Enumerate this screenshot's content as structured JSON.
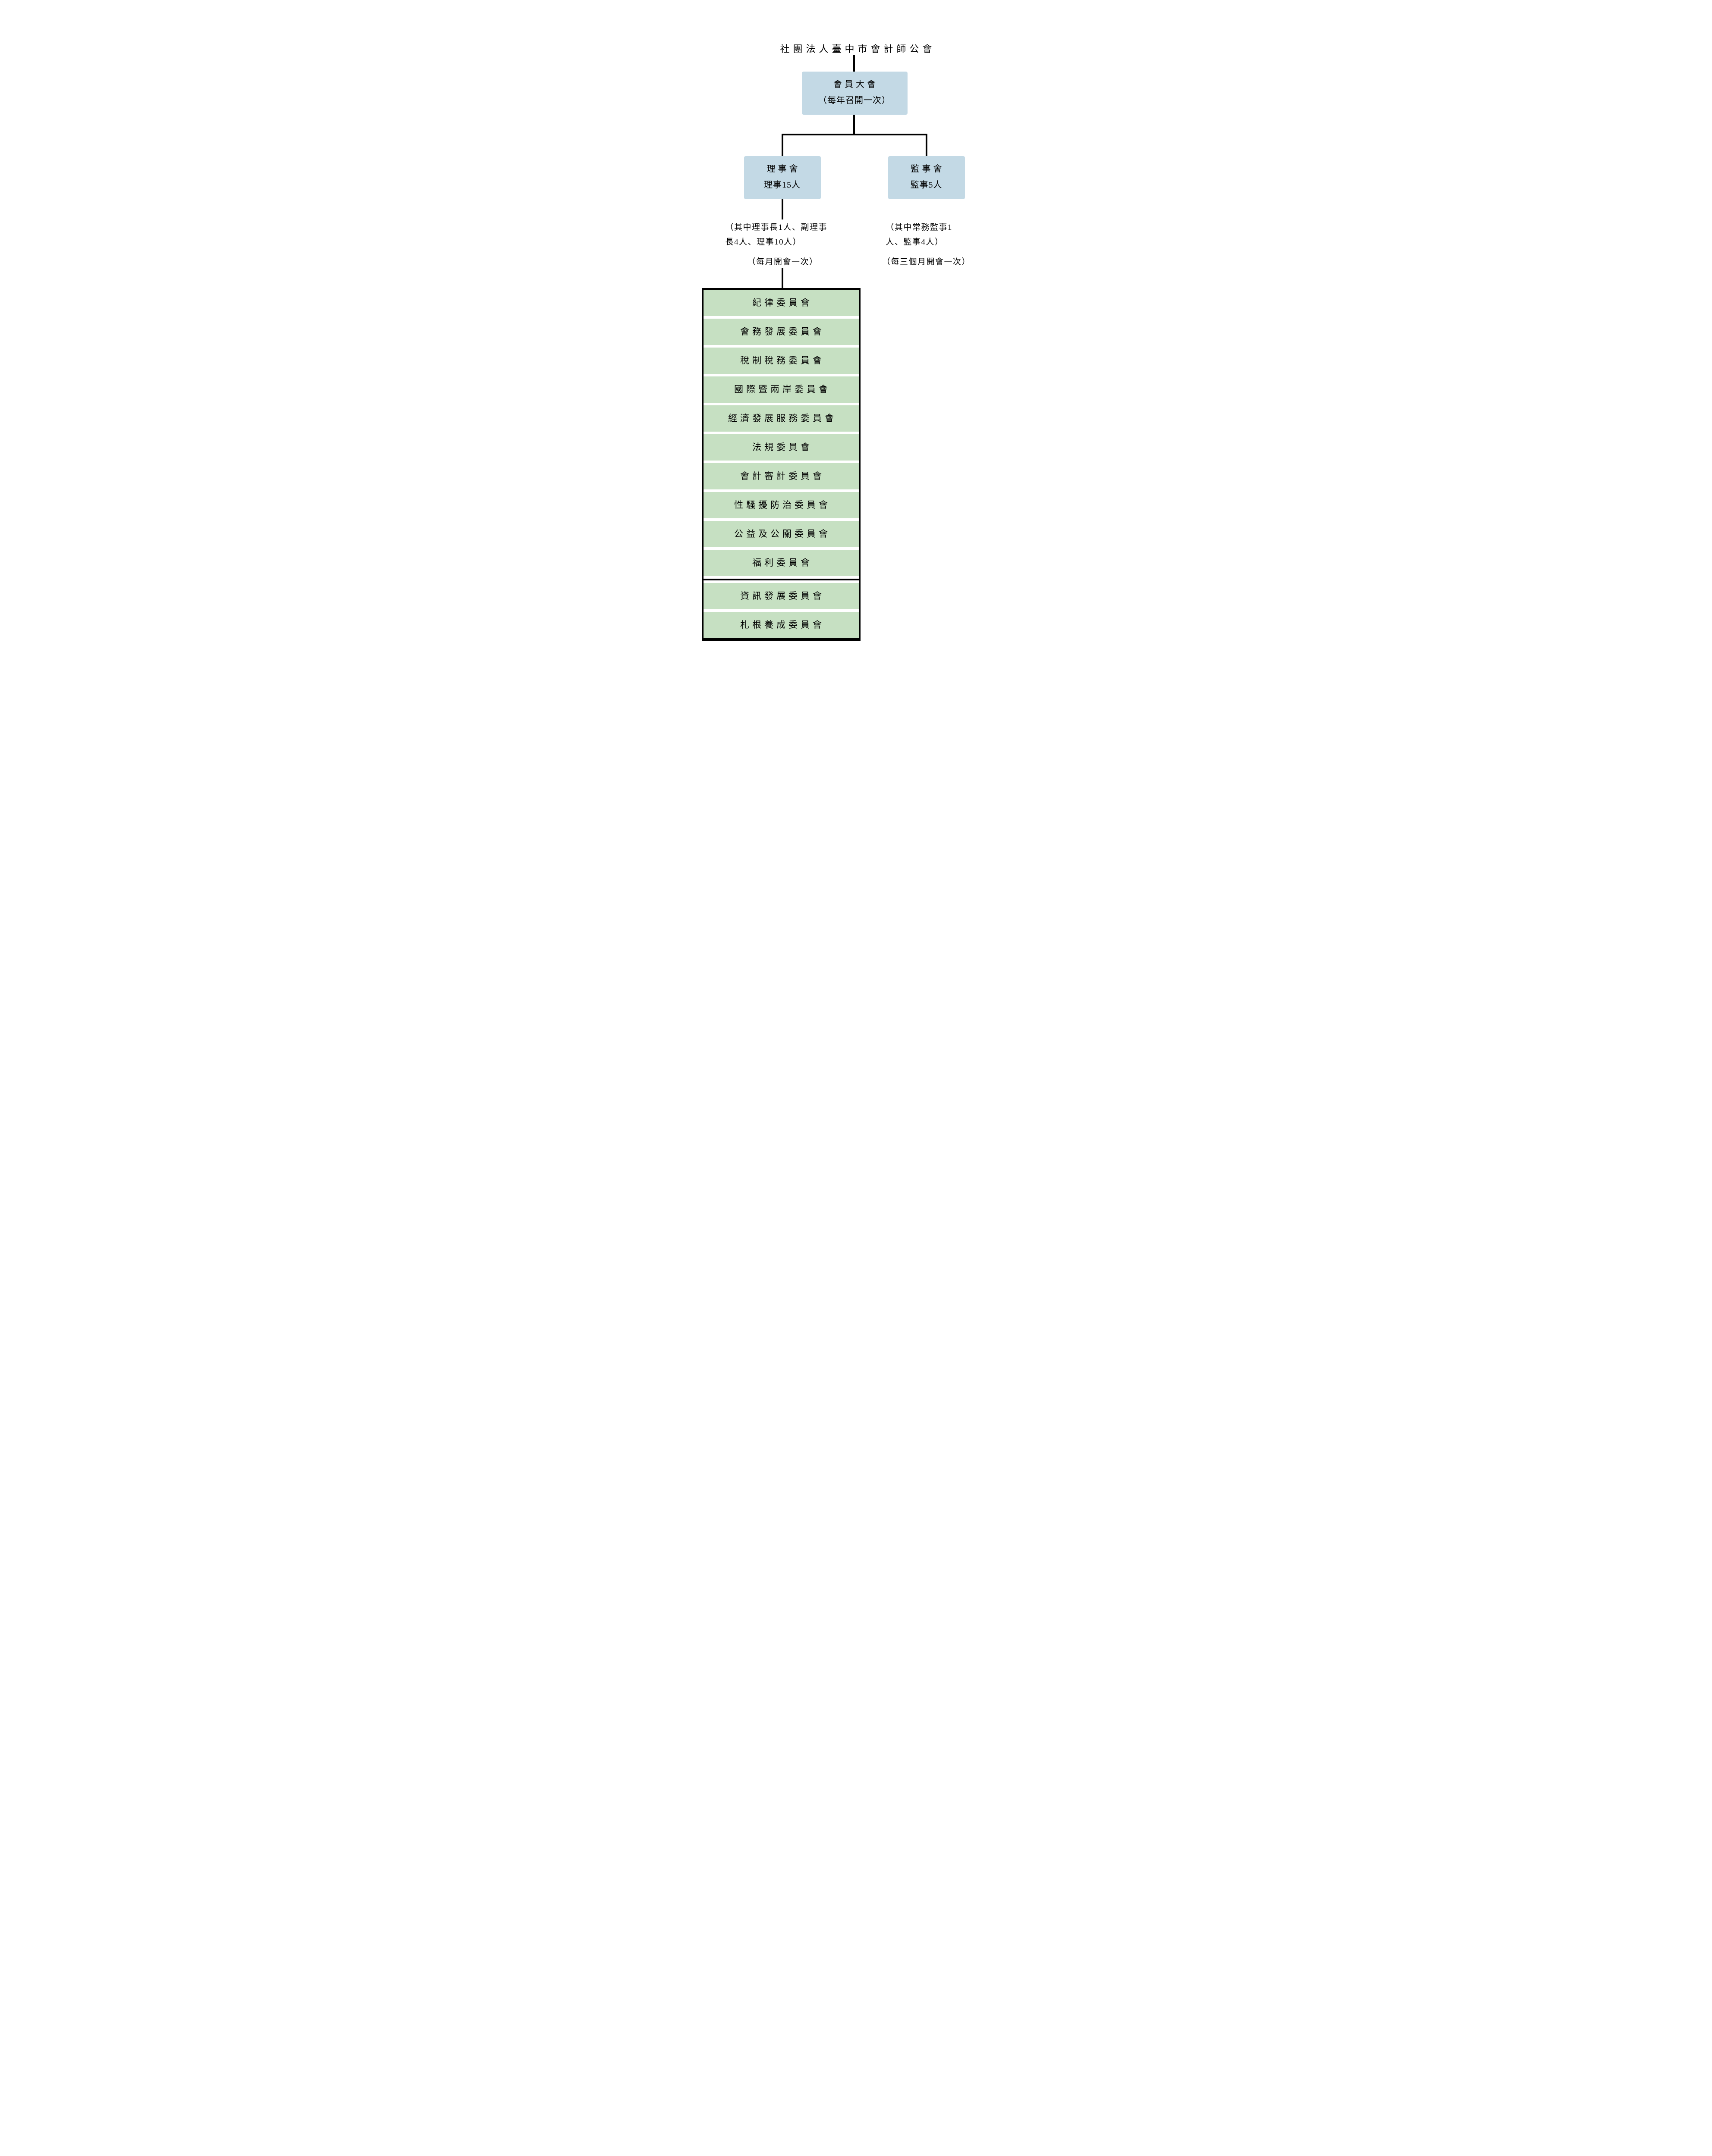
{
  "title": "社團法人臺中市會計師公會",
  "colors": {
    "box_blue": "#c3d9e5",
    "box_green": "#c6e0c2",
    "line_black": "#000000"
  },
  "nodes": {
    "general_assembly": {
      "name": "會員大會",
      "frequency": "（每年召開一次）"
    },
    "board_of_directors": {
      "name": "理事會",
      "headcount": "理事15人",
      "note_line1": "（其中理事長1人、副理事",
      "note_line2": "長4人、理事10人）",
      "meeting_note": "（每月開會一次）"
    },
    "board_of_supervisors": {
      "name": "監事會",
      "headcount": "監事5人",
      "note_line1": "（其中常務監事1",
      "note_line2": "人、監事4人）",
      "meeting_note": "（每三個月開會一次）"
    }
  },
  "committees": [
    "紀律委員會",
    "會務發展委員會",
    "稅制稅務委員會",
    "國際暨兩岸委員會",
    "經濟發展服務委員會",
    "法規委員會",
    "會計審計委員會",
    "性騷擾防治委員會",
    "公益及公關委員會",
    "福利委員會",
    "資訊發展委員會",
    "札根養成委員會"
  ]
}
